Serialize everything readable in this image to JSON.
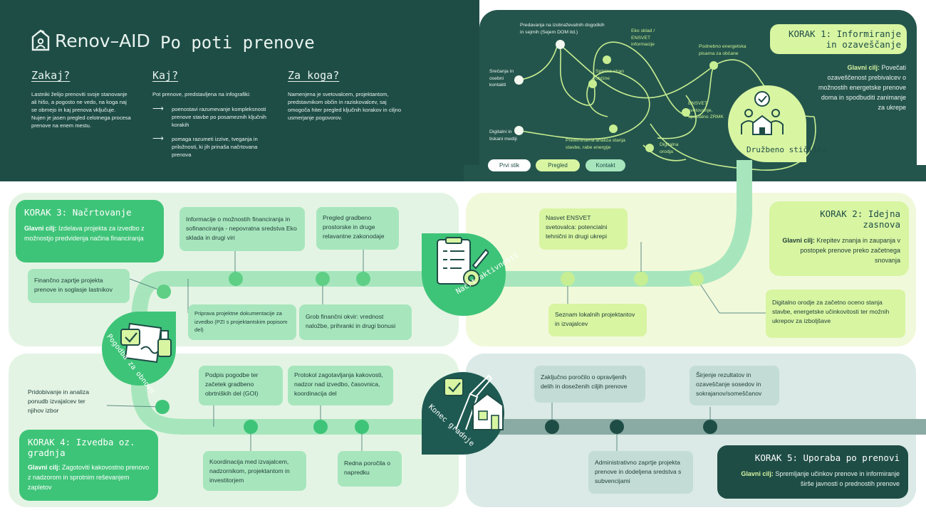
{
  "header": {
    "logo_text": "Renov–AID",
    "title": "Po poti prenove",
    "col1": {
      "heading": "Zakaj?",
      "text": "Lastniki želijo prenoviti svoje stanovanje ali hišo, a pogosto ne vedo, na koga naj se obrnejo in kaj prenova vključuje. Nujen je jasen pregled celotnega procesa prenove na enem mestu."
    },
    "col2": {
      "heading": "Kaj?",
      "text": "Pot prenove, predstavljena na infografiki:",
      "bullet1": "poenostavi razumevanje kompleksnosti prenove stavbe po posameznih ključnih korakih",
      "bullet2": "pomaga razumeti izzive, tveganja in priložnosti, ki jih prinaša načrtovana prenova"
    },
    "col3": {
      "heading": "Za koga?",
      "text": "Namenjena je svetovalcem, projektantom, predstavnikom občin in raziskovalcev, saj omogoča hiter pregled ključnih korakov in ciljno usmerjanje pogovorov."
    }
  },
  "info_map": {
    "nodes": {
      "predavanja": "Predavanja na izobraževalnih dogodkih in sejmih (Sejem DOM itd.)",
      "eko_sklad": "Eko sklad / ENSVET informacije",
      "podnebno": "Podnebno energetska pisarna za občane",
      "srecanja": "Srečanja in osebni kontakti",
      "spletna": "Spletna stran občine",
      "ensvet": "ENSVET svetovanje, specialno ZRMK",
      "digitalni_mediji": "Digitalni in tiskani mediji",
      "preleminarna": "Preleminarna analiza stanja stavbe, rabe energije",
      "digitalna_orodja": "Digitalna orodja"
    },
    "buttons": [
      "Prvi stik",
      "Pregled",
      "Kontakt"
    ],
    "milestone": "Družbeno stičišče"
  },
  "korak1": {
    "title": "KORAK 1: Informiranje in ozaveščanje",
    "goal_label": "Glavni cilj:",
    "goal_text": "Povečati ozaveščenost prebivalcev o možnostih energetske prenove doma in spodbuditi zanimanje za ukrepe"
  },
  "korak2": {
    "title": "KORAK 2: Idejna zasnova",
    "goal_label": "Glavni cilj:",
    "goal_text": "Krepitev znanja in zaupanja v postopek prenove preko začetnega snovanja"
  },
  "korak3": {
    "title": "KORAK 3: Načrtovanje",
    "goal_label": "Glavni cilj:",
    "goal_text": "Izdelava projekta za izvedbo z možnostjo predvidenja načina financiranja"
  },
  "korak4": {
    "title": "KORAK 4: Izvedba oz. gradnja",
    "goal_label": "Glavni cilj:",
    "goal_text": "Zagotoviti kakovostno prenovo z nadzorom in sprotnim reševanjem zapletov"
  },
  "korak5": {
    "title": "KORAK 5: Uporaba po prenovi",
    "goal_label": "Glavni cilj:",
    "goal_text": "Spremljanje učinkov prenove in informiranje širše javnosti o prednostih prenove"
  },
  "row2": {
    "ensvet_nasvet": "Nasvet ENSVET svetovalca: potencialni tehnični in drugi ukrepi",
    "seznam": "Seznam lokalnih projektantov in izvajalcev",
    "digitalno_orodje": "Digitalno orodje za začetno oceno stanja stavbe, energetske učinkovitosti ter možnih ukrepov za izboljšave",
    "milestone": "Načrt aktivnosti",
    "informacije_fin": "Informacije o možnostih financiranja in sofinanciranja - nepovratna sredstva Eko sklada in drugi viri",
    "pregled_gradbeno": "Pregled gradbeno prostorske in druge relavantne zakonodaje",
    "financno_zaprtje": "Finančno zaprtje projekta prenove in soglasje lastnikov",
    "priprava": "Priprava projektne dokumentacije za izvedbo (PZI s projektantskim popisom del)",
    "grob": "Grob finančni okvir: vrednost naložbe, prihranki in drugi bonusi"
  },
  "row3": {
    "milestone_left": "Pogodba za obnovo",
    "milestone_mid": "Konec gradnje",
    "pridobivanje": "Pridobivanje in analiza ponudb izvajalcev ter njihov izbor",
    "podpis": "Podpis pogodbe ter začetek gradbeno obrtniških del (GOI)",
    "protokol": "Protokol zagotavljanja kakovosti, nadzor nad izvedbo, časovnica, koordinacija del",
    "koordinacija": "Koordinacija med izvajalcem, nadzornikom, projektantom in investitorjem",
    "redna": "Redna poročila o napredku",
    "zakljucno": "Zaključno poročilo o opravljenih delih in doseženih ciljih prenove",
    "sirjenje": "Širjenje rezultatov in ozaveščanje sosedov in sokrajanov/someščanov",
    "administrativno": "Administrativno zaprtje projekta prenove in dodeljena sredstva s subvencijami"
  },
  "colors": {
    "dark": "#1e4d46",
    "lime": "#d8f5a2",
    "green": "#3ec478",
    "mint": "#a7e6bd",
    "pale": "#e4f4e4",
    "teal": "#1f5a52"
  }
}
